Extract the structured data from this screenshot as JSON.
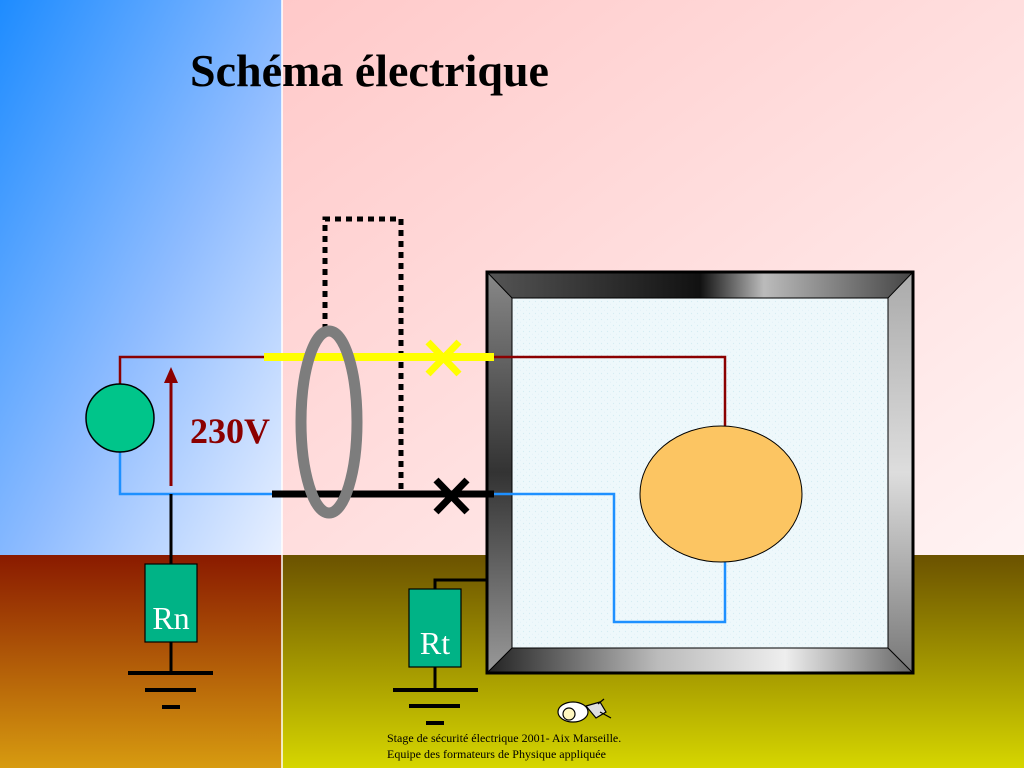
{
  "slide": {
    "title": "Schéma électrique",
    "voltage_label": "230V",
    "resistors": {
      "rn": "Rn",
      "rt": "Rt"
    },
    "footer": {
      "line1": "Stage de sécurité électrique 2001- Aix Marseille.",
      "line2": "Equipe des formateurs de Physique appliquée"
    }
  },
  "colors": {
    "phase_wire": "#8b0000",
    "neutral_wire": "#1e90ff",
    "switch_bar_phase": "#ffff00",
    "switch_bar_neutral": "#000000",
    "source": "#00c58a",
    "load": "#fcc562",
    "resistor": "#00b386",
    "ground_left": "#b06a1a",
    "ground_right": "#c8c800"
  }
}
